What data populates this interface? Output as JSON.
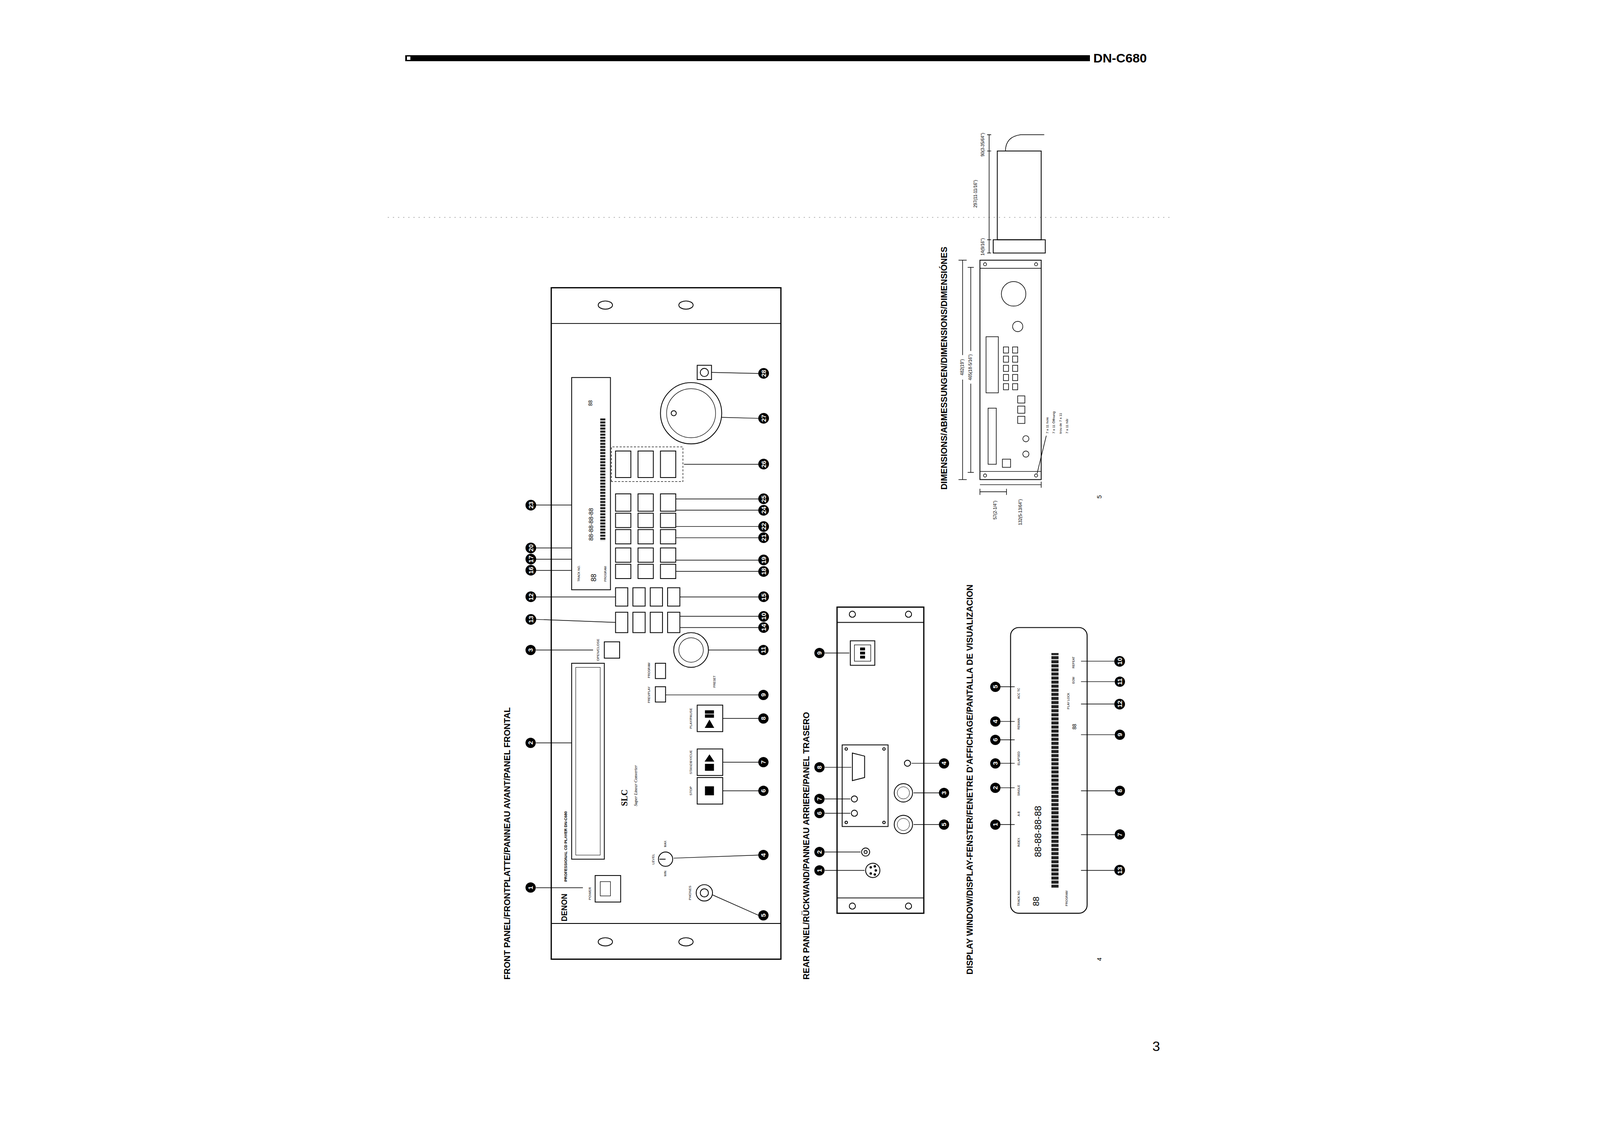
{
  "diagram": {
    "nodes": [
      {
        "text": [
          "1"
        ]
      },
      {
        "text": [
          "2"
        ]
      },
      {
        "text": [
          "3"
        ]
      },
      {
        "text": [
          "4"
        ]
      },
      {
        "text": [
          "5"
        ]
      },
      {
        "text": [
          "6"
        ]
      },
      {
        "text": [
          "7"
        ]
      },
      {
        "text": [
          "8"
        ]
      },
      {
        "text": [
          "9"
        ]
      },
      {
        "text": [
          "10"
        ]
      },
      {
        "text": [
          "11"
        ]
      },
      {
        "text": [
          "12"
        ]
      },
      {
        "text": [
          "13"
        ]
      },
      {
        "text": [
          "14"
        ]
      },
      {
        "text": [
          "15"
        ]
      },
      {
        "text": [
          "16"
        ]
      },
      {
        "text": [
          "17"
        ]
      },
      {
        "text": [
          "18"
        ]
      },
      {
        "text": [
          "19"
        ]
      },
      {
        "text": [
          "20"
        ]
      },
      {
        "text": [
          "21"
        ]
      },
      {
        "text": [
          "22"
        ]
      },
      {
        "text": [
          "23"
        ]
      },
      {
        "text": [
          "24"
        ]
      },
      {
        "text": [
          "25"
        ]
      },
      {
        "text": [
          "26"
        ]
      },
      {
        "text": [
          "27"
        ]
      },
      {
        "text": [
          "28"
        ]
      },
      {
        "text": [
          "1"
        ]
      },
      {
        "text": [
          "2"
        ]
      },
      {
        "text": [
          "3"
        ]
      },
      {
        "text": [
          "4"
        ]
      },
      {
        "text": [
          "5"
        ]
      },
      {
        "text": [
          "6"
        ]
      },
      {
        "text": [
          "7"
        ]
      },
      {
        "text": [
          "8"
        ]
      },
      {
        "text": [
          "9"
        ]
      },
      {
        "text": [
          "1"
        ]
      },
      {
        "text": [
          "2"
        ]
      },
      {
        "text": [
          "3"
        ]
      },
      {
        "text": [
          "4"
        ]
      },
      {
        "text": [
          "5"
        ]
      },
      {
        "text": [
          "6"
        ]
      },
      {
        "text": [
          "7"
        ]
      },
      {
        "text": [
          "8"
        ]
      },
      {
        "text": [
          "9"
        ]
      },
      {
        "text": [
          "10"
        ]
      },
      {
        "text": [
          "11"
        ]
      },
      {
        "text": [
          "12"
        ]
      },
      {
        "text": [
          "13"
        ]
      }
    ],
    "labels": [
      "DN-C680",
      "FRONT PANEL/FRONTPLATTE/PANNEAU AVANT/PANEL FRONTAL",
      "DENON",
      "PROFESSIONAL CD PLAYER DN-C680",
      "POWER",
      "LEVEL",
      "MIN",
      "MAX",
      "PHONES",
      "SLC",
      "Super Linear Converter",
      "STOP",
      "STANDBY/CUE",
      "PLAY/PAUSE",
      "OPEN/CLOSE",
      "PREV/PLAY",
      "PROGRAM",
      "PRESET",
      "TRACK NO.",
      "88",
      "88-88-88-88",
      "PROGRAM",
      "88",
      "REAR PANEL/RÜCKWAND/PANNEAU ARRIERE/PANEL TRASERO",
      "DISPLAY WINDOW/DISPLAY-FENSTER/FENETRE D'AFFICHAGE/PANTALLA DE VISUALIZACION",
      "TRACK NO.",
      "88",
      "INDEX",
      "A-B",
      "SINGLE",
      "ELAPSED",
      "REMAIN",
      "ACC TC",
      "88-88-88-88",
      "PROGRAM",
      "88",
      "PLAY LOCK",
      "EOM",
      "REPEAT",
      "DIMENSIONS/ABMESSUNGEN/DIMENSIONS/DIMENSIÓNES",
      "482(19\")",
      "465(18-5/16\")",
      "57(2-1/4\")",
      "132(5-13/64\")",
      "14(9/16\")",
      "297(11-11/16\")",
      "90(3-35/64\")",
      "7 x 11 hole",
      "7 x 11 Öffnung",
      "trou de 7 x 11",
      "7 x 11 hål",
      "4",
      "5",
      "3"
    ]
  }
}
